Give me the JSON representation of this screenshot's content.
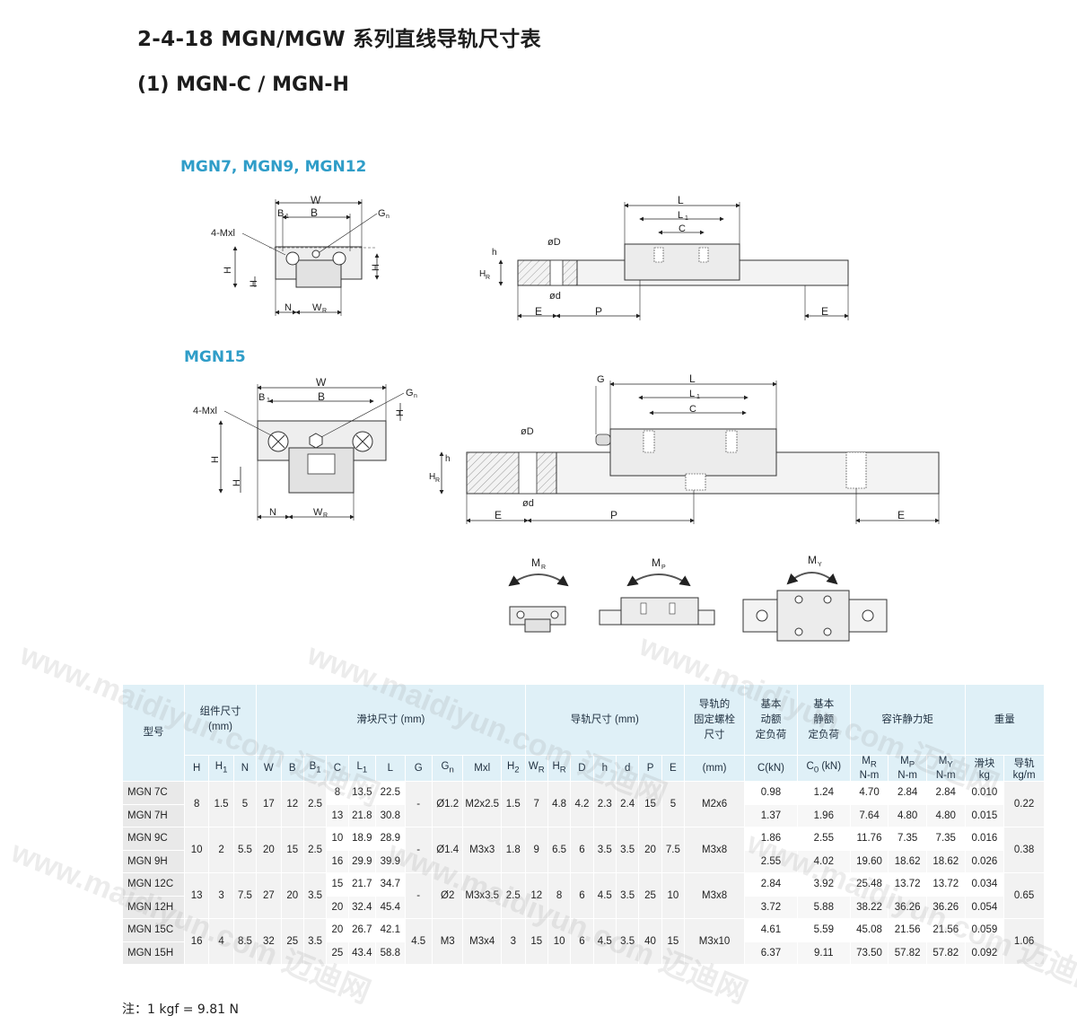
{
  "page": {
    "title": "2-4-18  MGN/MGW 系列直线导轨尺寸表",
    "subtitle": "(1) MGN-C / MGN-H",
    "diagram1_label": "MGN7, MGN9, MGN12",
    "diagram2_label": "MGN15",
    "watermark_text": "www.maidiyun.com 迈迪网"
  },
  "labels": {
    "W": "W",
    "B": "B",
    "B1": "B",
    "B1_sub": "1",
    "Gn": "G",
    "Gn_sub": "n",
    "Mxl": "4-Mxl",
    "H": "H",
    "H1": "H",
    "H1_sub": "1",
    "H2": "H",
    "H2_sub": "2",
    "N": "N",
    "WR": "W",
    "WR_sub": "R",
    "L": "L",
    "L1": "L",
    "L1_sub": "1",
    "C": "C",
    "h": "h",
    "HR": "H",
    "HR_sub": "R",
    "phiD": "øD",
    "phid": "ød",
    "E": "E",
    "P": "P",
    "G": "G",
    "MR": "M",
    "MR_sub": "R",
    "MP": "M",
    "MP_sub": "P",
    "MY": "M",
    "MY_sub": "Y"
  },
  "table": {
    "header_groups": {
      "model": "型号",
      "assembly": "组件尺寸\n(mm)",
      "block": "滑块尺寸 (mm)",
      "rail": "导轨尺寸 (mm)",
      "bolt": "导轨的\n固定螺栓\n尺寸",
      "dyn": "基本\n动额\n定负荷",
      "stat": "基本\n静额\n定负荷",
      "moment": "容许静力矩",
      "weight": "重量"
    },
    "subheaders": {
      "H": "H",
      "H1": "H",
      "H1s": "1",
      "N": "N",
      "W": "W",
      "B": "B",
      "B1": "B",
      "B1s": "1",
      "C": "C",
      "L1": "L",
      "L1s": "1",
      "L": "L",
      "G": "G",
      "Gn": "G",
      "Gns": "n",
      "Mxl": "Mxl",
      "H2": "H",
      "H2s": "2",
      "WR": "W",
      "WRs": "R",
      "HR": "H",
      "HRs": "R",
      "D": "D",
      "h": "h",
      "d": "d",
      "P": "P",
      "E": "E",
      "bolt": "(mm)",
      "C_kN": "C(kN)",
      "C0": "C",
      "C0s": "0",
      "C0u": " (kN)",
      "MR": "M",
      "MRs": "R",
      "MP": "M",
      "MPs": "P",
      "MY": "M",
      "MYs": "Y",
      "MR_u": "N-m",
      "MP_u": "N-m",
      "MY_u": "N-m",
      "block_w": "滑块",
      "rail_w": "导轨",
      "block_wu": "kg",
      "rail_wu": "kg/m"
    },
    "groups": [
      {
        "models": [
          "MGN 7C",
          "MGN 7H"
        ],
        "H": "8",
        "H1": "1.5",
        "N": "5",
        "W": "17",
        "B": "12",
        "B1": "2.5",
        "C": [
          "8",
          "13"
        ],
        "L1": [
          "13.5",
          "21.8"
        ],
        "L": [
          "22.5",
          "30.8"
        ],
        "G": "-",
        "Gn": "Ø1.2",
        "Mxl": "M2x2.5",
        "H2": "1.5",
        "WR": "7",
        "HR": "4.8",
        "D": "4.2",
        "h": "2.3",
        "d": "2.4",
        "P": "15",
        "E": "5",
        "bolt": "M2x6",
        "C_dyn": [
          "0.98",
          "1.37"
        ],
        "C0": [
          "1.24",
          "1.96"
        ],
        "MR": [
          "4.70",
          "7.64"
        ],
        "MP": [
          "2.84",
          "4.80"
        ],
        "MY": [
          "2.84",
          "4.80"
        ],
        "block_kg": [
          "0.010",
          "0.015"
        ],
        "rail_kgm": "0.22"
      },
      {
        "models": [
          "MGN 9C",
          "MGN 9H"
        ],
        "H": "10",
        "H1": "2",
        "N": "5.5",
        "W": "20",
        "B": "15",
        "B1": "2.5",
        "C": [
          "10",
          "16"
        ],
        "L1": [
          "18.9",
          "29.9"
        ],
        "L": [
          "28.9",
          "39.9"
        ],
        "G": "-",
        "Gn": "Ø1.4",
        "Mxl": "M3x3",
        "H2": "1.8",
        "WR": "9",
        "HR": "6.5",
        "D": "6",
        "h": "3.5",
        "d": "3.5",
        "P": "20",
        "E": "7.5",
        "bolt": "M3x8",
        "C_dyn": [
          "1.86",
          "2.55"
        ],
        "C0": [
          "2.55",
          "4.02"
        ],
        "MR": [
          "11.76",
          "19.60"
        ],
        "MP": [
          "7.35",
          "18.62"
        ],
        "MY": [
          "7.35",
          "18.62"
        ],
        "block_kg": [
          "0.016",
          "0.026"
        ],
        "rail_kgm": "0.38"
      },
      {
        "models": [
          "MGN 12C",
          "MGN 12H"
        ],
        "H": "13",
        "H1": "3",
        "N": "7.5",
        "W": "27",
        "B": "20",
        "B1": "3.5",
        "C": [
          "15",
          "20"
        ],
        "L1": [
          "21.7",
          "32.4"
        ],
        "L": [
          "34.7",
          "45.4"
        ],
        "G": "-",
        "Gn": "Ø2",
        "Mxl": "M3x3.5",
        "H2": "2.5",
        "WR": "12",
        "HR": "8",
        "D": "6",
        "h": "4.5",
        "d": "3.5",
        "P": "25",
        "E": "10",
        "bolt": "M3x8",
        "C_dyn": [
          "2.84",
          "3.72"
        ],
        "C0": [
          "3.92",
          "5.88"
        ],
        "MR": [
          "25.48",
          "38.22"
        ],
        "MP": [
          "13.72",
          "36.26"
        ],
        "MY": [
          "13.72",
          "36.26"
        ],
        "block_kg": [
          "0.034",
          "0.054"
        ],
        "rail_kgm": "0.65"
      },
      {
        "models": [
          "MGN 15C",
          "MGN 15H"
        ],
        "H": "16",
        "H1": "4",
        "N": "8.5",
        "W": "32",
        "B": "25",
        "B1": "3.5",
        "C": [
          "20",
          "25"
        ],
        "L1": [
          "26.7",
          "43.4"
        ],
        "L": [
          "42.1",
          "58.8"
        ],
        "G": "4.5",
        "Gn": "M3",
        "Mxl": "M3x4",
        "H2": "3",
        "WR": "15",
        "HR": "10",
        "D": "6",
        "h": "4.5",
        "d": "3.5",
        "P": "40",
        "E": "15",
        "bolt": "M3x10",
        "C_dyn": [
          "4.61",
          "6.37"
        ],
        "C0": [
          "5.59",
          "9.11"
        ],
        "MR": [
          "45.08",
          "73.50"
        ],
        "MP": [
          "21.56",
          "57.82"
        ],
        "MY": [
          "21.56",
          "57.82"
        ],
        "block_kg": [
          "0.059",
          "0.092"
        ],
        "rail_kgm": "1.06"
      }
    ]
  },
  "note": "注：1 kgf = 9.81 N"
}
